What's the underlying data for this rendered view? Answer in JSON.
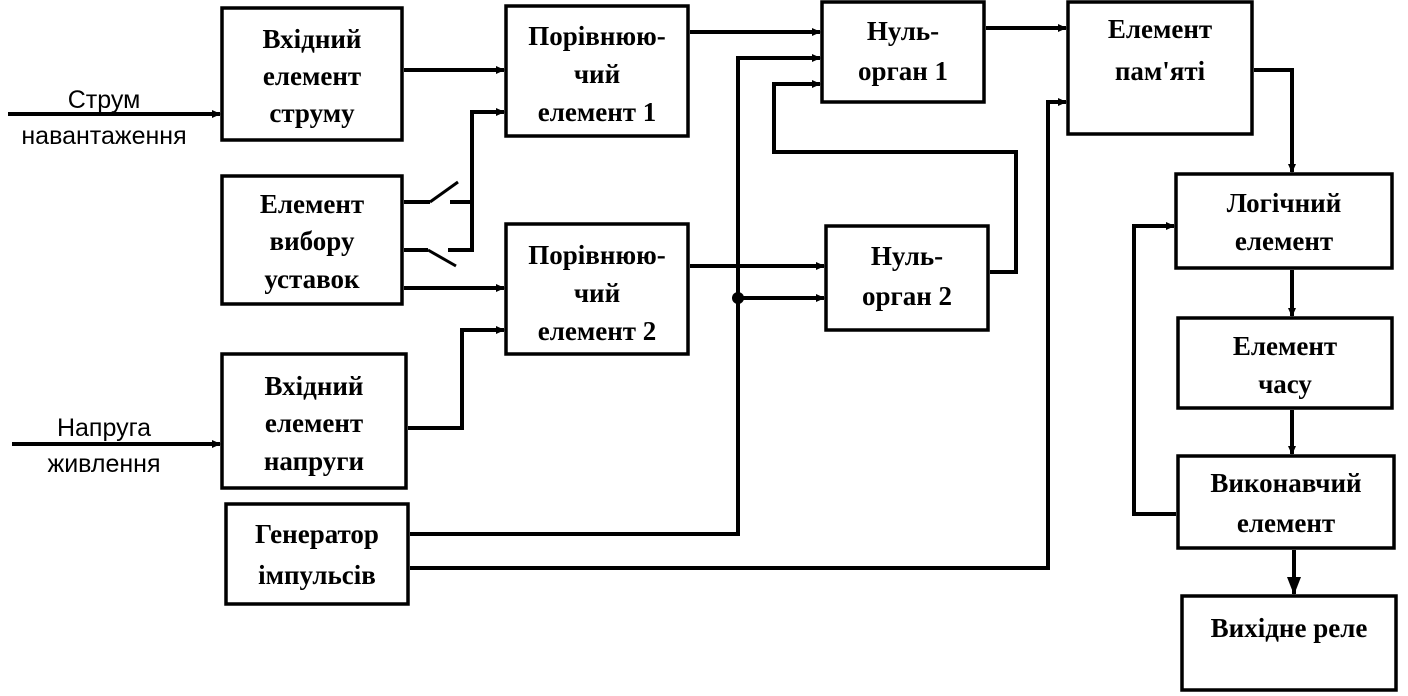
{
  "inputs": {
    "load_current": [
      "Струм",
      "навантаження"
    ],
    "supply_voltage": [
      "Напруга",
      "живлення"
    ]
  },
  "blocks": {
    "current_input": [
      "Вхідний",
      "елемент",
      "струму"
    ],
    "setting_selector": [
      "Елемент",
      "вибору",
      "уставок"
    ],
    "voltage_input": [
      "Вхідний",
      "елемент",
      "напруги"
    ],
    "pulse_generator": [
      "Генератор",
      "імпульсів"
    ],
    "comparator_1": [
      "Порівнюю-",
      "чий",
      "елемент 1"
    ],
    "comparator_2": [
      "Порівнюю-",
      "чий",
      "елемент 2"
    ],
    "null_organ_1": [
      "Нуль-",
      "орган 1"
    ],
    "null_organ_2": [
      "Нуль-",
      "орган 2"
    ],
    "memory": [
      "Елемент",
      "пам'яті"
    ],
    "logic": [
      "Логічний",
      "елемент"
    ],
    "timer": [
      "Елемент",
      "часу"
    ],
    "executive": [
      "Виконавчий",
      "елемент"
    ],
    "output_relay": [
      "Вихідне реле"
    ]
  }
}
